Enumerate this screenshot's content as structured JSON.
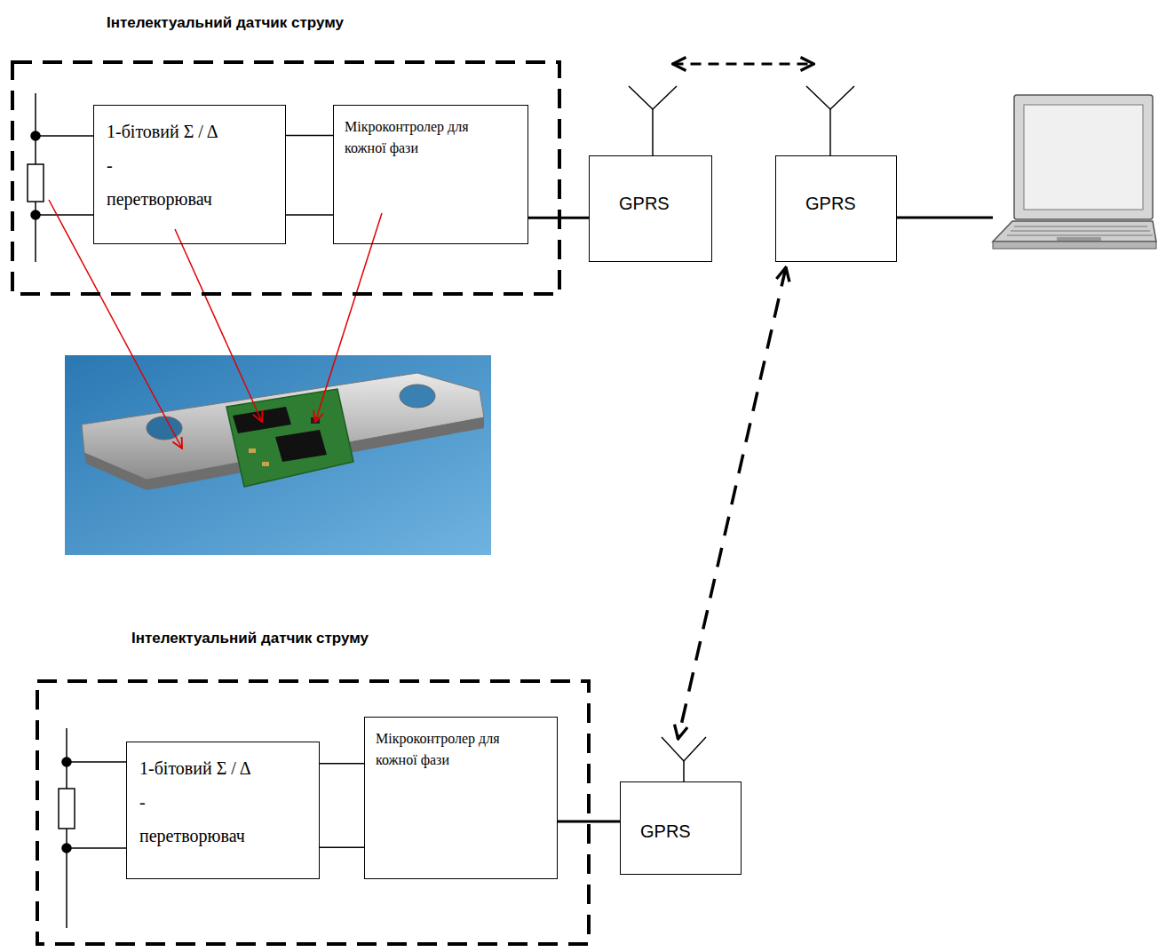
{
  "diagram": {
    "nodes": [
      {
        "text": [
          "Інтелектуальний датчик струму"
        ]
      },
      {
        "text": [
          "1-бітовий Σ / Δ - перетворювач"
        ],
        "in": 0
      },
      {
        "text": [
          "Мікроконтролер для кожної фази"
        ],
        "in": 0
      },
      {
        "text": [
          "GPRS"
        ]
      },
      {
        "text": [
          "GPRS"
        ]
      },
      {
        "text": [
          "Інтелектуальний датчик струму"
        ]
      },
      {
        "text": [
          "1-бітовий Σ / Δ - перетворювач"
        ],
        "in": 5
      },
      {
        "text": [
          "Мікроконтролер для кожної фази"
        ],
        "in": 5
      },
      {
        "text": [
          "GPRS"
        ]
      }
    ],
    "edges": [
      {
        "from": 1,
        "to": 2,
        "arrow": "none"
      },
      {
        "from": 1,
        "to": 2,
        "arrow": "none"
      },
      {
        "from": 2,
        "to": 3,
        "arrow": "none"
      },
      {
        "from": 3,
        "to": 4,
        "arrow": "both"
      },
      {
        "from": 6,
        "to": 7,
        "arrow": "none"
      },
      {
        "from": 6,
        "to": 7,
        "arrow": "none"
      },
      {
        "from": 7,
        "to": 8,
        "arrow": "none"
      },
      {
        "from": 4,
        "to": 8,
        "arrow": "both"
      }
    ]
  }
}
